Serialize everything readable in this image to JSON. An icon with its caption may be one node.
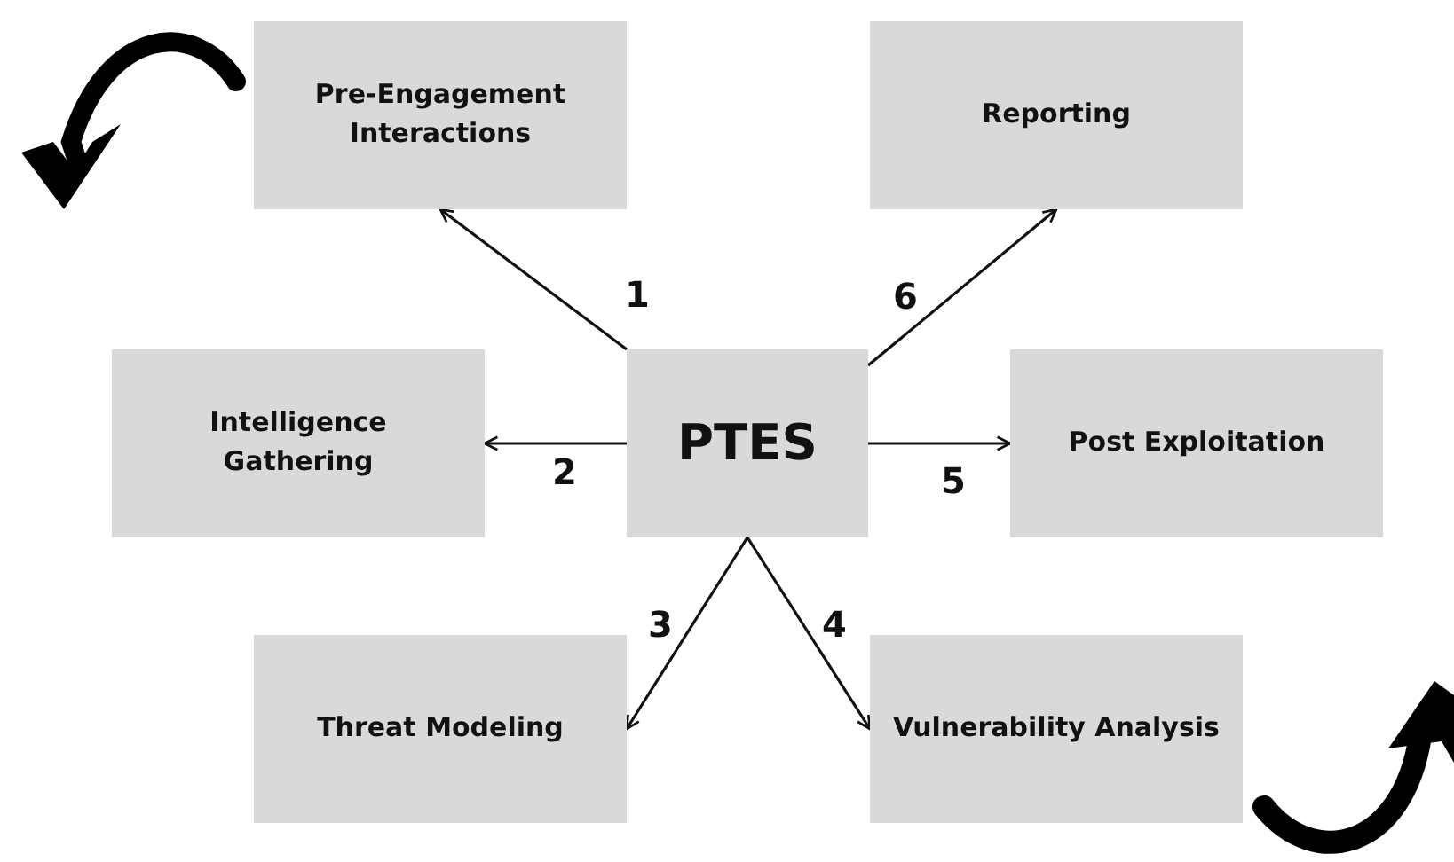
{
  "diagram": {
    "nodes": [
      {
        "text": [
          "Pre-Engagement Interactions"
        ]
      },
      {
        "text": [
          "Reporting"
        ]
      },
      {
        "text": [
          "Intelligence Gathering"
        ]
      },
      {
        "text": [
          "PTES"
        ]
      },
      {
        "text": [
          "Post Exploitation"
        ]
      },
      {
        "text": [
          "Threat Modeling"
        ]
      },
      {
        "text": [
          "Vulnerability Analysis"
        ]
      }
    ],
    "edges": [
      {
        "from": 3,
        "to": 0,
        "arrow": "to",
        "label": "1"
      },
      {
        "from": 3,
        "to": 2,
        "arrow": "to",
        "label": "2"
      },
      {
        "from": 3,
        "to": 5,
        "arrow": "to",
        "label": "3"
      },
      {
        "from": 3,
        "to": 6,
        "arrow": "to",
        "label": "4"
      },
      {
        "from": 3,
        "to": 4,
        "arrow": "to",
        "label": "5"
      },
      {
        "from": 3,
        "to": 1,
        "arrow": "to",
        "label": "6"
      }
    ]
  }
}
